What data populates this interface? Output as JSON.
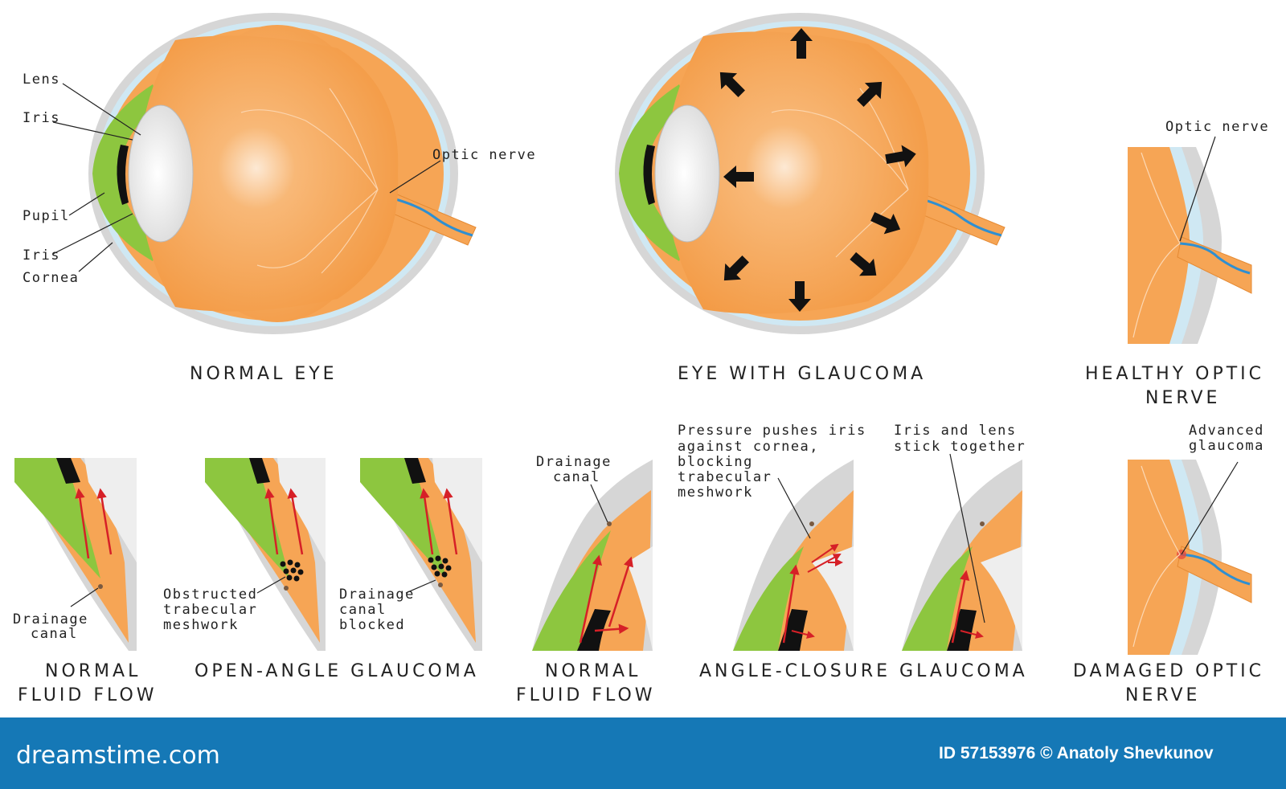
{
  "normal_eye": {
    "labels": [
      "Lens",
      "Iris",
      "Pupil",
      "Iris",
      "Cornea",
      "Optic nerve"
    ],
    "caption": "NORMAL EYE"
  },
  "glaucoma_eye": {
    "caption": "EYE WITH GLAUCOMA"
  },
  "healthy_nerve": {
    "label": "Optic nerve",
    "caption_line1": "HEALTHY OPTIC",
    "caption_line2": "NERVE"
  },
  "damaged_nerve": {
    "label_line1": "Advanced",
    "label_line2": "glaucoma",
    "caption_line1": "DAMAGED OPTIC",
    "caption_line2": "NERVE"
  },
  "normal_flow_left": {
    "label_line1": "Drainage",
    "label_line2": "canal",
    "caption_line1": "NORMAL",
    "caption_line2": "FLUID FLOW"
  },
  "open_angle": {
    "label_a": [
      "Obstructed",
      "trabecular",
      "meshwork"
    ],
    "label_b": [
      "Drainage",
      "canal",
      "blocked"
    ],
    "caption": "OPEN-ANGLE GLAUCOMA"
  },
  "normal_flow_right": {
    "label_line1": "Drainage",
    "label_line2": "canal",
    "caption_line1": "NORMAL",
    "caption_line2": "FLUID FLOW"
  },
  "angle_closure": {
    "label_a": [
      "Pressure pushes iris",
      "against cornea,",
      "blocking",
      "trabecular",
      "meshwork"
    ],
    "label_b": [
      "Iris and lens",
      "stick together"
    ],
    "caption": "ANGLE-CLOSURE GLAUCOMA"
  },
  "footer": {
    "brand": "dreamstime.com",
    "credit": "ID 57153976 © Anatoly Shevkunov"
  },
  "colors": {
    "orange": "#f59b45",
    "green": "#8dc63f",
    "gray": "#d4d4d4",
    "light_blue": "#cfe8f3",
    "footer_bg": "#1578b6",
    "arrow_red": "#d62027"
  }
}
